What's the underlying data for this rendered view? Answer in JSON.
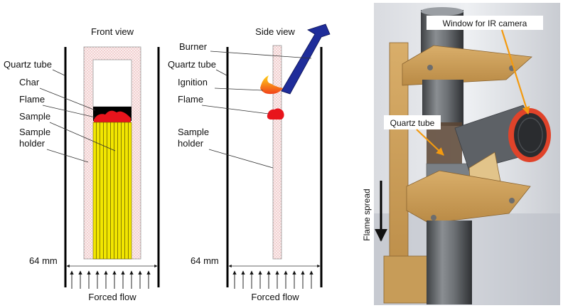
{
  "front": {
    "title": "Front view",
    "quartz_tube": "Quartz tube",
    "char": "Char",
    "flame": "Flame",
    "sample": "Sample",
    "holder_1": "Sample",
    "holder_2": "holder",
    "width": "64 mm",
    "flow": "Forced flow"
  },
  "side": {
    "title": "Side view",
    "burner": "Burner",
    "quartz_tube": "Quartz tube",
    "ignition": "Ignition",
    "flame": "Flame",
    "holder_1": "Sample",
    "holder_2": "holder",
    "width": "64 mm",
    "flow": "Forced flow"
  },
  "photo": {
    "window_label": "Window for IR camera",
    "quartz_label": "Quartz tube",
    "direction_label": "Flame spread"
  },
  "colors": {
    "sample": "#f2e600",
    "flame": "#e8141c",
    "char": "#000000",
    "burner": "#1f2d9a",
    "leader": "#f39a10",
    "holder_fill": "#f9e6e6"
  }
}
